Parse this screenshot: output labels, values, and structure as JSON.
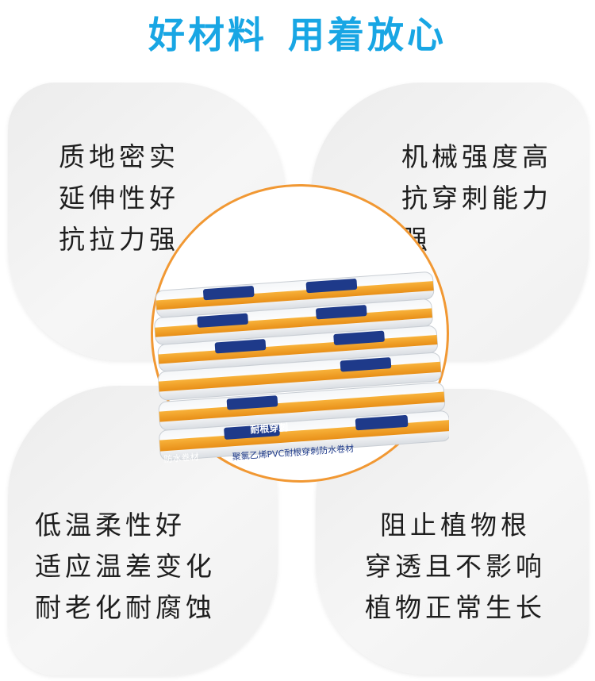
{
  "header": {
    "title_part1": "好材料",
    "title_part2": "用着放心"
  },
  "features": {
    "top_left": [
      "质地密实",
      "延伸性好",
      "抗拉力强"
    ],
    "top_right": [
      "机械强度高",
      "抗穿刺能力",
      "强"
    ],
    "bottom_left": [
      "低温柔性好",
      "适应温差变化",
      "耐老化耐腐蚀"
    ],
    "bottom_right": [
      "阻止植物根",
      "穿透且不影响",
      "植物正常生长"
    ]
  },
  "product": {
    "label_badge": "耐根穿刺",
    "label_strip": "聚氯乙烯PVC耐根穿刺防水卷材",
    "label_side": "防水卷材",
    "colors": {
      "ring": "#f19833",
      "band": "#f5a623",
      "badge": "#1e3a8a",
      "title": "#18a6e4"
    }
  }
}
